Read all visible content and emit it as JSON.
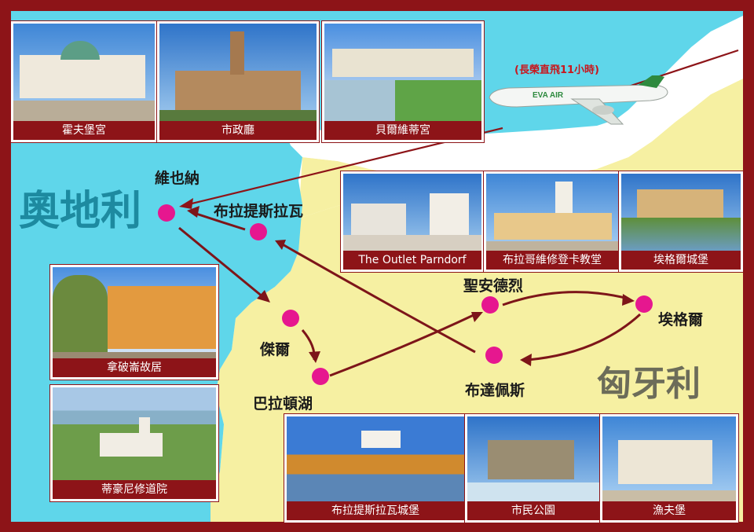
{
  "flight_note": "(長榮直飛11小時)",
  "airline": "EVA AIR",
  "countries": {
    "austria": "奧地利",
    "hungary": "匈牙利"
  },
  "cities": {
    "vienna": "維也納",
    "bratislava": "布拉提斯拉瓦",
    "gyor": "傑爾",
    "balaton": "巴拉頓湖",
    "szentendre": "聖安德烈",
    "eger": "埃格爾",
    "budapest": "布達佩斯"
  },
  "photos": {
    "hofburg": "霍夫堡宮",
    "city_hall": "市政廳",
    "belvedere": "貝爾維蒂宮",
    "parndorf": "The Outlet Parndorf",
    "serbian_church": "布拉哥維修登卡教堂",
    "eger_castle": "埃格爾城堡",
    "napoleon_house": "拿破崙故居",
    "tihany_abbey": "蒂豪尼修道院",
    "bratislava_castle": "布拉提斯拉瓦城堡",
    "city_park": "市民公園",
    "fishermans_bastion": "漁夫堡"
  },
  "colors": {
    "frame": "#8d1418",
    "austria_fill": "#5fd6ea",
    "hungary_fill": "#f6f0a2",
    "route": "#7d1519",
    "stop_dot": "#e6178f",
    "austria_label": "#1d8aa0",
    "hungary_label": "#6c6c59"
  }
}
